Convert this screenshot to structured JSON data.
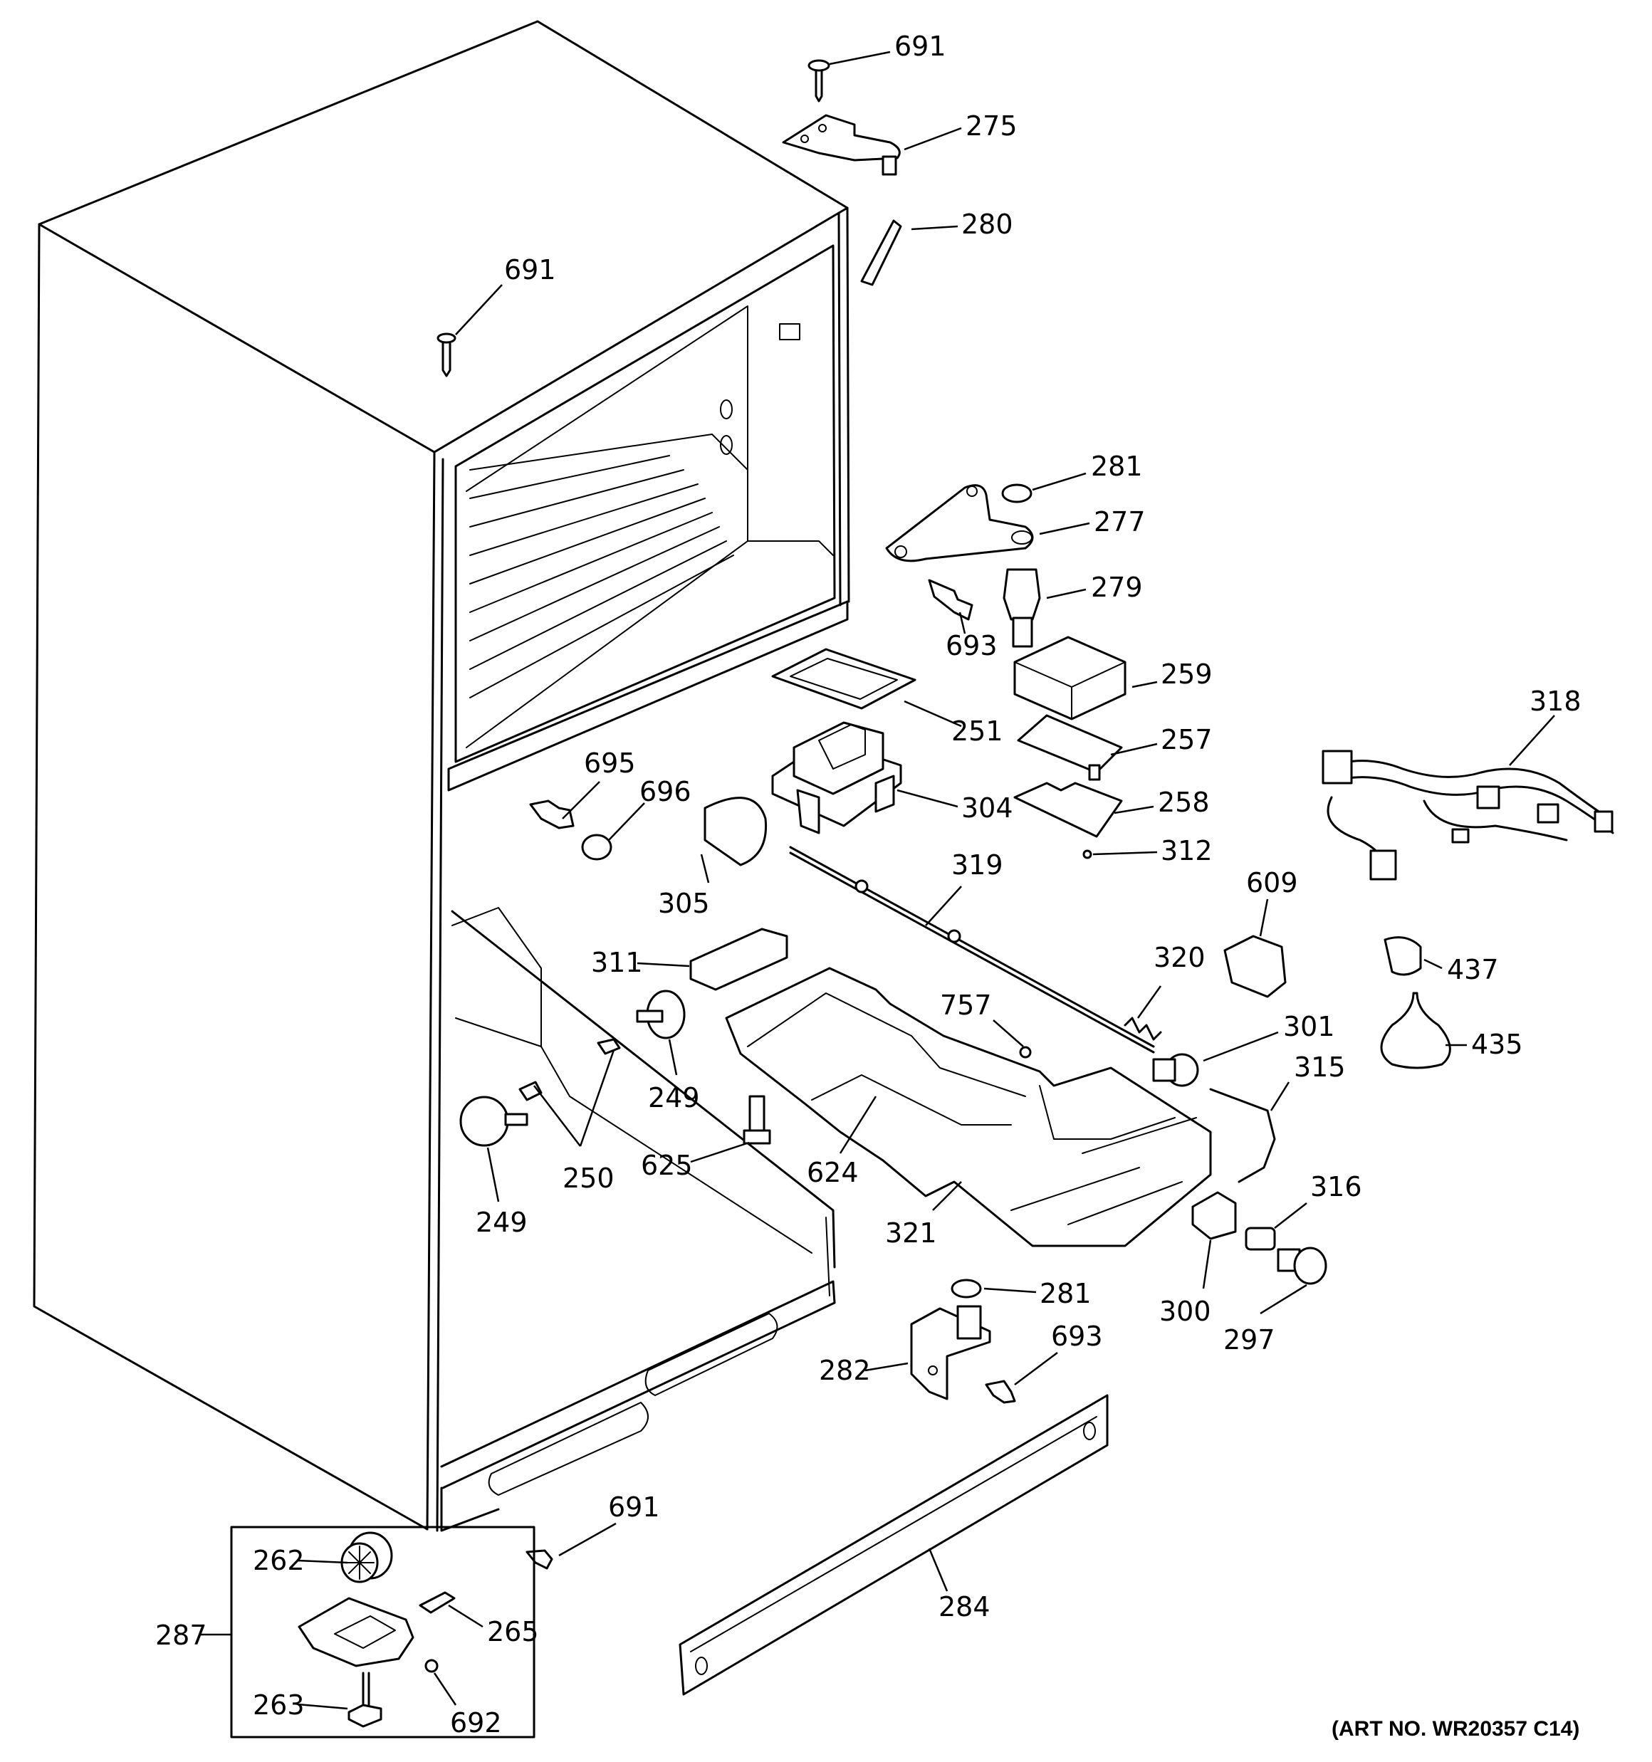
{
  "callouts": {
    "c691_top": "691",
    "c275": "275",
    "c280": "280",
    "c691_cab": "691",
    "c281_top": "281",
    "c277": "277",
    "c279": "279",
    "c693_mid": "693",
    "c259": "259",
    "c251": "251",
    "c318": "318",
    "c257": "257",
    "c258": "258",
    "c695": "695",
    "c696": "696",
    "c304": "304",
    "c312": "312",
    "c319": "319",
    "c609": "609",
    "c305": "305",
    "c311": "311",
    "c320": "320",
    "c437": "437",
    "c757": "757",
    "c301": "301",
    "c315": "315",
    "c435": "435",
    "c249_right": "249",
    "c624": "624",
    "c625": "625",
    "c250": "250",
    "c249_left": "249",
    "c321": "321",
    "c316": "316",
    "c281_bot": "281",
    "c300": "300",
    "c297": "297",
    "c693_bot": "693",
    "c282": "282",
    "c691_bot": "691",
    "c262": "262",
    "c287": "287",
    "c265": "265",
    "c284": "284",
    "c263": "263",
    "c692": "692"
  },
  "art_number": "(ART NO. WR20357 C14)"
}
